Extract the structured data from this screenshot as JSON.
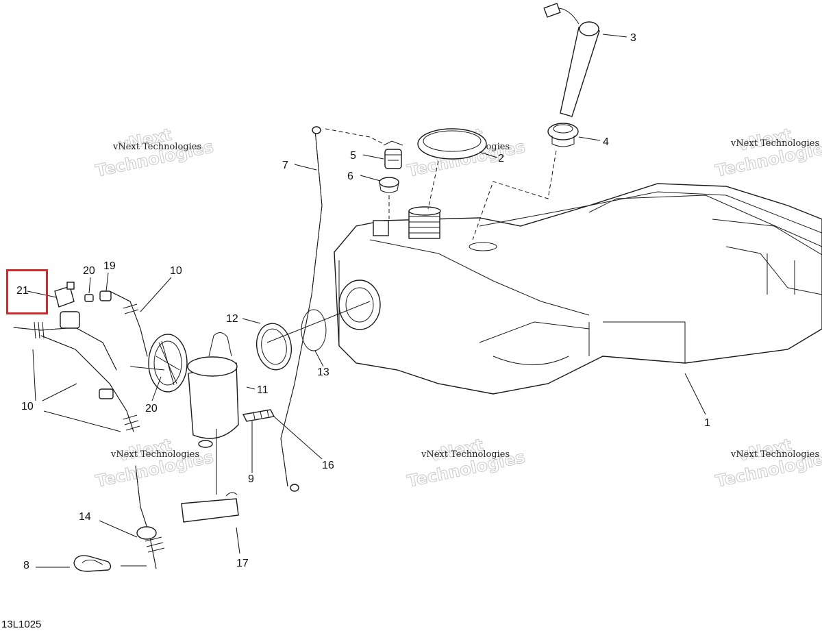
{
  "diagram_code": "13L1025",
  "highlight_color": "#d12a2a",
  "callouts": {
    "c1": "1",
    "c2": "2",
    "c3": "3",
    "c4": "4",
    "c5": "5",
    "c6": "6",
    "c7": "7",
    "c8": "8",
    "c9": "9",
    "c10a": "10",
    "c10b": "10",
    "c11": "11",
    "c12": "12",
    "c13": "13",
    "c14": "14",
    "c16": "16",
    "c17": "17",
    "c19": "19",
    "c20a": "20",
    "c20b": "20",
    "c21": "21"
  },
  "highlighted_callout": "21",
  "watermark": {
    "line1": "vNext Technologies",
    "line2": "vNext",
    "line3": "Technologies"
  }
}
